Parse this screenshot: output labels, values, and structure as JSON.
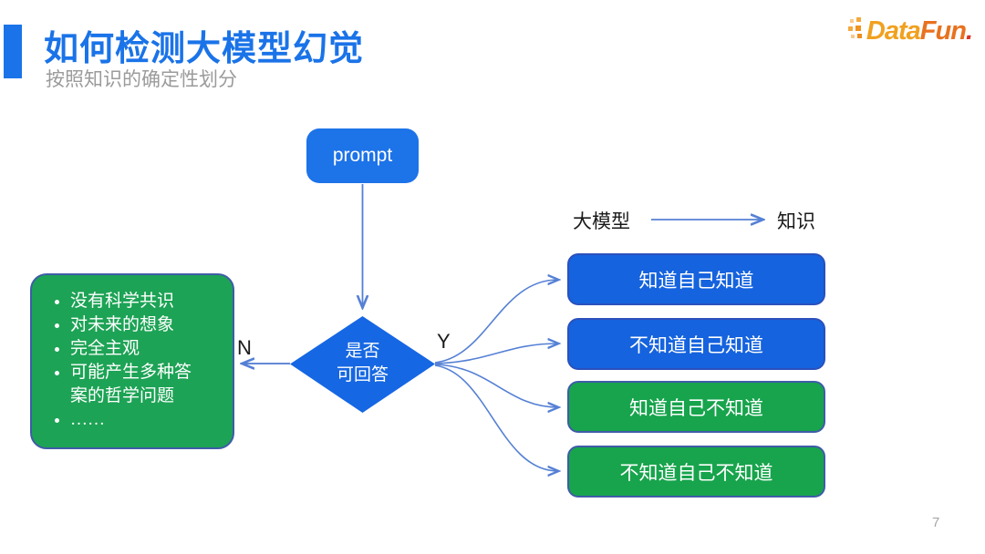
{
  "slide": {
    "title": "如何检测大模型幻觉",
    "subtitle": "按照知识的确定性划分",
    "page_number": "7",
    "logo": {
      "parts": [
        "Data",
        "Fun",
        "."
      ]
    }
  },
  "flowchart": {
    "prompt_label": "prompt",
    "decision": {
      "line1": "是否",
      "line2": "可回答"
    },
    "branch_no_label": "N",
    "branch_yes_label": "Y",
    "axis": {
      "left_label": "大模型",
      "right_label": "知识"
    },
    "no_box_items": [
      "没有科学共识",
      "对未来的想象",
      "完全主观",
      "可能产生多种答案的哲学问题",
      "……"
    ],
    "no_box_style": {
      "fill": "#1da355",
      "border": "#3f5ca8"
    },
    "yes_boxes": [
      {
        "label": "知道自己知道",
        "color": "blue",
        "fill": "#1563de",
        "border": "#2b50bc"
      },
      {
        "label": "不知道自己知道",
        "color": "blue",
        "fill": "#1563de",
        "border": "#2b50bc"
      },
      {
        "label": "知道自己不知道",
        "color": "green",
        "fill": "#17a44c",
        "border": "#3f5ca8"
      },
      {
        "label": "不知道自己不知道",
        "color": "green",
        "fill": "#17a44c",
        "border": "#3f5ca8"
      }
    ]
  },
  "colors": {
    "title_blue": "#1a73e8",
    "prompt_blue": "#1d73e8",
    "diamond_blue": "#1667e3",
    "box_blue": "#1563de",
    "box_green": "#17a44c",
    "green_border_blue": "#3f5ca8",
    "arrow_blue": "#5580d5",
    "subtitle_gray": "#9b9b9b",
    "logo_orange": "#f0a11f",
    "logo_red": "#d8352a"
  }
}
